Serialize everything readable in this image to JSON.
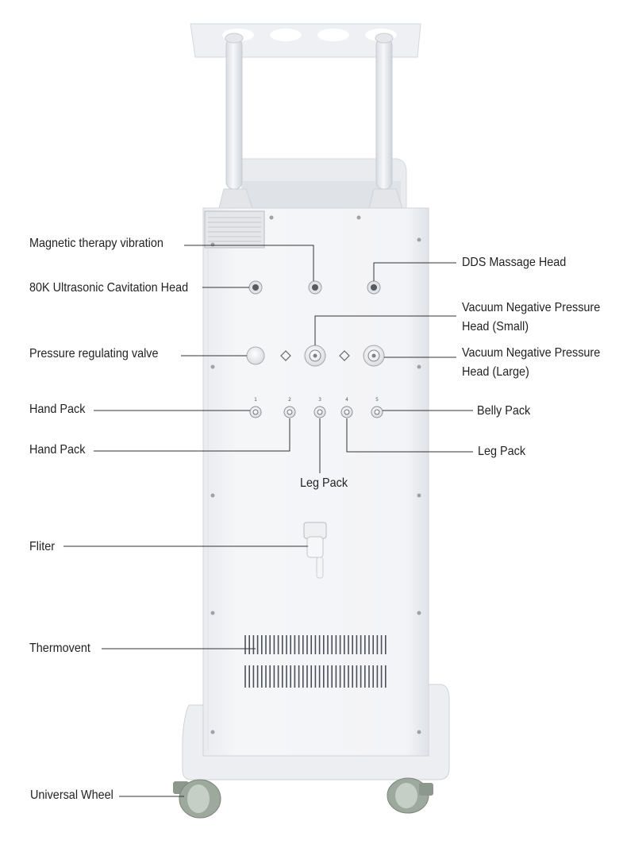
{
  "labels": {
    "magnetic": "Magnetic therapy vibration",
    "cavitation": "80K Ultrasonic Cavitation Head",
    "pressure_valve": "Pressure regulating valve",
    "hand_pack_1": "Hand Pack",
    "hand_pack_2": "Hand Pack",
    "fliter": "Fliter",
    "thermovent": "Thermovent",
    "wheel": "Universal Wheel",
    "dds": "DDS Massage Head",
    "vac_small_1": "Vacuum Negative Pressure",
    "vac_small_2": "Head (Small)",
    "vac_large_1": "Vacuum Negative Pressure",
    "vac_large_2": "Head (Large)",
    "belly_pack": "Belly Pack",
    "leg_pack_right": "Leg Pack",
    "leg_pack_center": "Leg Pack"
  },
  "port_numbers": [
    "1",
    "2",
    "3",
    "4",
    "5"
  ],
  "colors": {
    "body": "#f2f3f6",
    "body_shade": "#e3e5ea",
    "wheel": "#9aa79a",
    "line": "#333333",
    "text": "#222222"
  }
}
